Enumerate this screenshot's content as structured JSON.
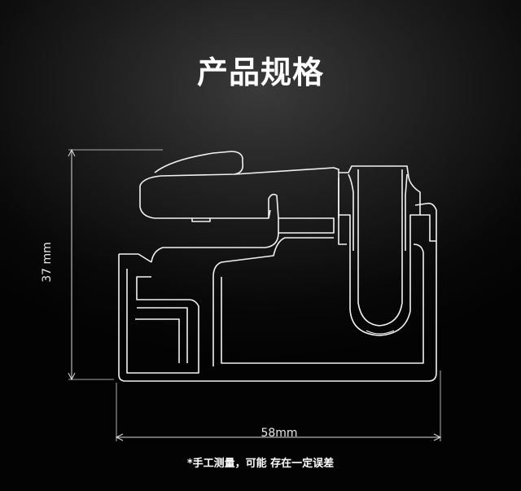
{
  "title": "产品规格",
  "dimensions": {
    "height_label": "37 mm",
    "width_label": "58mm"
  },
  "note": "*手工测量，可能 存在一定误差",
  "colors": {
    "background": "#050505",
    "line": "#ffffff",
    "text": "#ffffff"
  }
}
